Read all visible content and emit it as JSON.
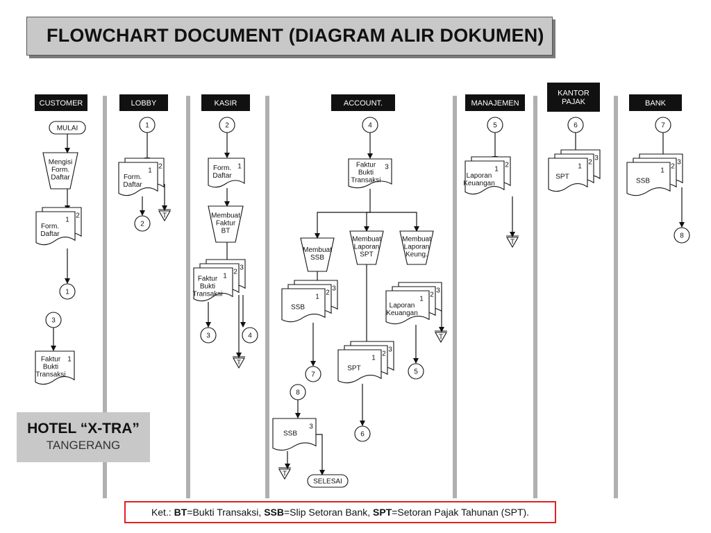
{
  "title": "FLOWCHART DOCUMENT (DIAGRAM ALIR DOKUMEN)",
  "lanes": [
    {
      "label": "CUSTOMER"
    },
    {
      "label": "LOBBY"
    },
    {
      "label": "KASIR"
    },
    {
      "label": "ACCOUNT."
    },
    {
      "label": "MANAJEMEN"
    },
    {
      "label": "KANTOR\nPAJAK"
    },
    {
      "label": "BANK"
    }
  ],
  "nodes": [
    {
      "kind": "terminal",
      "text": "MULAI"
    },
    {
      "kind": "process",
      "text": "Mengisi\nForm.\nDaftar"
    },
    {
      "kind": "docstack",
      "text": "Form.\nDaftar",
      "nums": [
        "1",
        "2"
      ]
    },
    {
      "kind": "connector",
      "text": "1"
    },
    {
      "kind": "connector",
      "text": "3"
    },
    {
      "kind": "doc",
      "text": "Faktur\nBukti\nTransaksi",
      "nums": [
        "1"
      ]
    },
    {
      "kind": "connector",
      "text": "1"
    },
    {
      "kind": "docstack",
      "text": "Form.\nDaftar",
      "nums": [
        "1",
        "2"
      ]
    },
    {
      "kind": "connector",
      "text": "2"
    },
    {
      "kind": "archive",
      "text": "T"
    },
    {
      "kind": "connector",
      "text": "2"
    },
    {
      "kind": "doc",
      "text": "Form.\nDaftar",
      "nums": [
        "1"
      ]
    },
    {
      "kind": "process",
      "text": "Membuat\nFaktur\nBT"
    },
    {
      "kind": "docstack",
      "text": "Faktur\nBukti\nTransaksi",
      "nums": [
        "1",
        "2",
        "3"
      ]
    },
    {
      "kind": "connector",
      "text": "3"
    },
    {
      "kind": "connector",
      "text": "4"
    },
    {
      "kind": "archive",
      "text": "T"
    },
    {
      "kind": "connector",
      "text": "4"
    },
    {
      "kind": "doc",
      "text": "Faktur\nBukti\nTransaksi",
      "nums": [
        "3"
      ]
    },
    {
      "kind": "process",
      "text": "Membuat\nSSB"
    },
    {
      "kind": "process",
      "text": "Membuat\nLaporan\nSPT"
    },
    {
      "kind": "process",
      "text": "Membuat\nLaporan\nKeung."
    },
    {
      "kind": "docstack",
      "text": "SSB",
      "nums": [
        "1",
        "2",
        "3"
      ]
    },
    {
      "kind": "docstack",
      "text": "SPT",
      "nums": [
        "1",
        "2",
        "3"
      ]
    },
    {
      "kind": "docstack",
      "text": "Laporan\nKeuangan",
      "nums": [
        "1",
        "2",
        "3"
      ]
    },
    {
      "kind": "connector",
      "text": "7"
    },
    {
      "kind": "connector",
      "text": "6"
    },
    {
      "kind": "connector",
      "text": "5"
    },
    {
      "kind": "archive",
      "text": "T"
    },
    {
      "kind": "connector",
      "text": "8"
    },
    {
      "kind": "doc",
      "text": "SSB",
      "nums": [
        "3"
      ]
    },
    {
      "kind": "archive",
      "text": "T"
    },
    {
      "kind": "terminal",
      "text": "SELESAI"
    },
    {
      "kind": "connector",
      "text": "5"
    },
    {
      "kind": "docstack",
      "text": "Laporan\nKeuangan",
      "nums": [
        "1",
        "2"
      ]
    },
    {
      "kind": "archive",
      "text": "T"
    },
    {
      "kind": "connector",
      "text": "6"
    },
    {
      "kind": "docstack",
      "text": "SPT",
      "nums": [
        "1",
        "2",
        "3"
      ]
    },
    {
      "kind": "connector",
      "text": "7"
    },
    {
      "kind": "docstack",
      "text": "SSB",
      "nums": [
        "1",
        "2",
        "3"
      ]
    },
    {
      "kind": "connector",
      "text": "8"
    }
  ],
  "hotel": {
    "name": "HOTEL “X-TRA”",
    "city": "TANGERANG"
  },
  "legend": {
    "prefix": "Ket.: ",
    "items": [
      {
        "abbr": "BT",
        "text": "=Bukti Transaksi, "
      },
      {
        "abbr": "SSB",
        "text": "=Slip Setoran Bank, "
      },
      {
        "abbr": "SPT",
        "text": "=Setoran Pajak  Tahunan (SPT)."
      }
    ]
  },
  "colors": {
    "lane_header": "#111111",
    "divider": "#b0b0b0",
    "title_bg": "#c8c8c8",
    "legend_border": "#e02020"
  }
}
